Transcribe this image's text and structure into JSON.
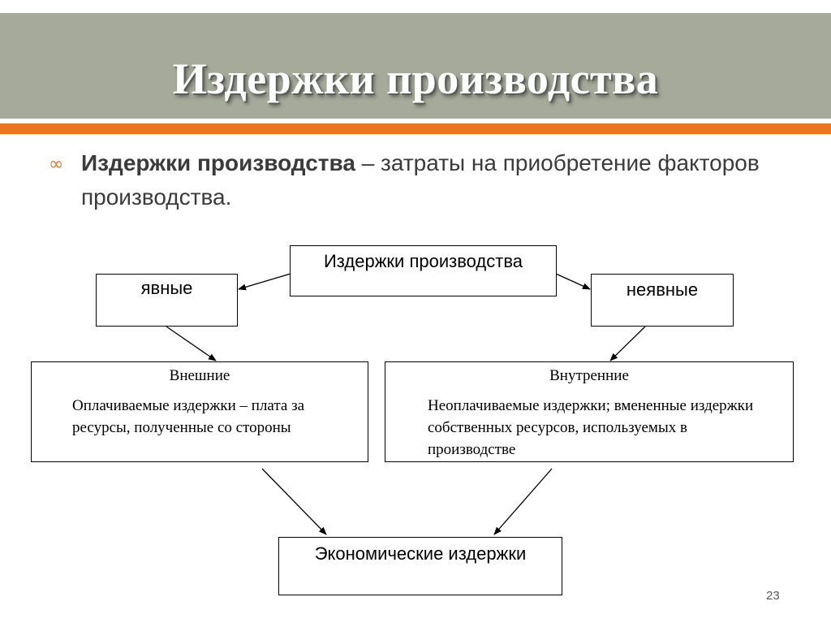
{
  "slide": {
    "title": "Издержки производства",
    "page_number": "23"
  },
  "intro": {
    "term": "Издержки производства",
    "definition": " – затраты на приобретение факторов производства.",
    "bullet_icon": "∞"
  },
  "diagram": {
    "root": "Издержки производства",
    "explicit": "явные",
    "implicit": "неявные",
    "external": {
      "heading": "Внешние",
      "text": "Оплачиваемые издержки – плата за ресурсы, полученные со стороны"
    },
    "internal": {
      "heading": "Внутренние",
      "text": "Неоплачиваемые издержки; вмененные издержки собственных ресурсов, используемых в производстве"
    },
    "result": "Экономические издержки"
  },
  "colors": {
    "header": "#a5aa9b",
    "accent": "#ec7522"
  }
}
